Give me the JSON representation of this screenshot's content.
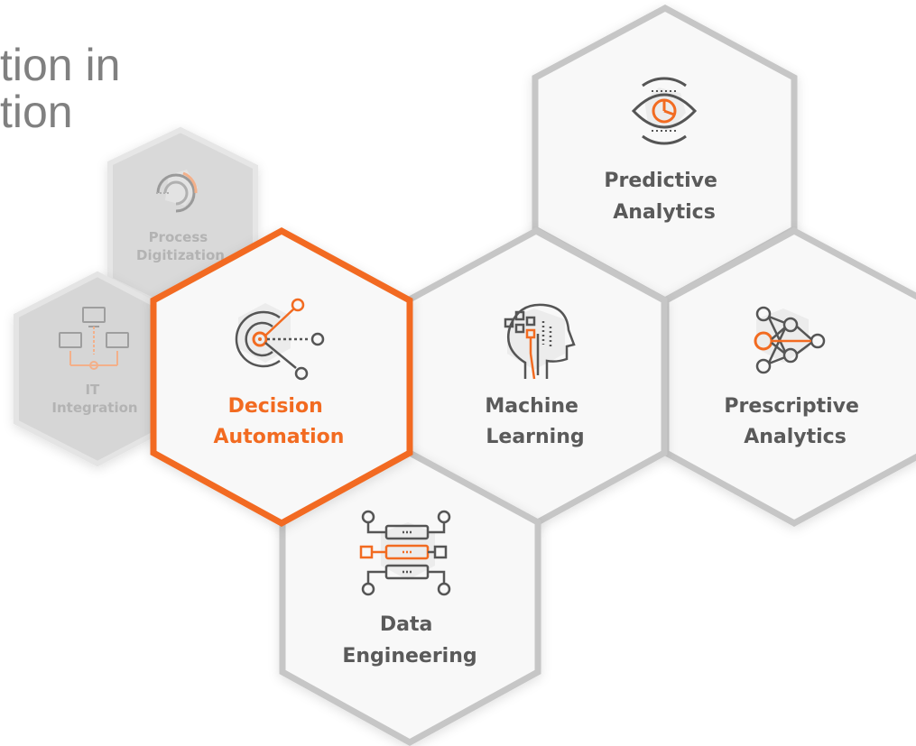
{
  "heading": {
    "line1": "tion in",
    "line2": "tion"
  },
  "colors": {
    "accent": "#f26b21",
    "hex_border": "#c4c4c4",
    "hex_fill": "#f8f8f8",
    "faded_fill": "#d6d6d6",
    "label": "#5a5a5a",
    "faded_label": "#b3b3b3"
  },
  "hexagons": [
    {
      "id": "process-digitization",
      "lines": [
        "Process",
        "Digitization"
      ],
      "icon": "progress-dial-icon",
      "state": "faded"
    },
    {
      "id": "it-integration",
      "lines": [
        "IT",
        "Integration"
      ],
      "icon": "network-monitors-icon",
      "state": "faded"
    },
    {
      "id": "decision-automation",
      "lines": [
        "Decision",
        "Automation"
      ],
      "icon": "decision-radar-icon",
      "state": "highlighted"
    },
    {
      "id": "machine-learning",
      "lines": [
        "Machine",
        "Learning"
      ],
      "icon": "ai-head-icon",
      "state": "normal"
    },
    {
      "id": "predictive-analytics",
      "lines": [
        "Predictive",
        "Analytics"
      ],
      "icon": "eye-chart-icon",
      "state": "normal"
    },
    {
      "id": "prescriptive-analytics",
      "lines": [
        "Prescriptive",
        "Analytics"
      ],
      "icon": "neural-network-icon",
      "state": "normal"
    },
    {
      "id": "data-engineering",
      "lines": [
        "Data",
        "Engineering"
      ],
      "icon": "data-pipeline-icon",
      "state": "normal"
    }
  ]
}
